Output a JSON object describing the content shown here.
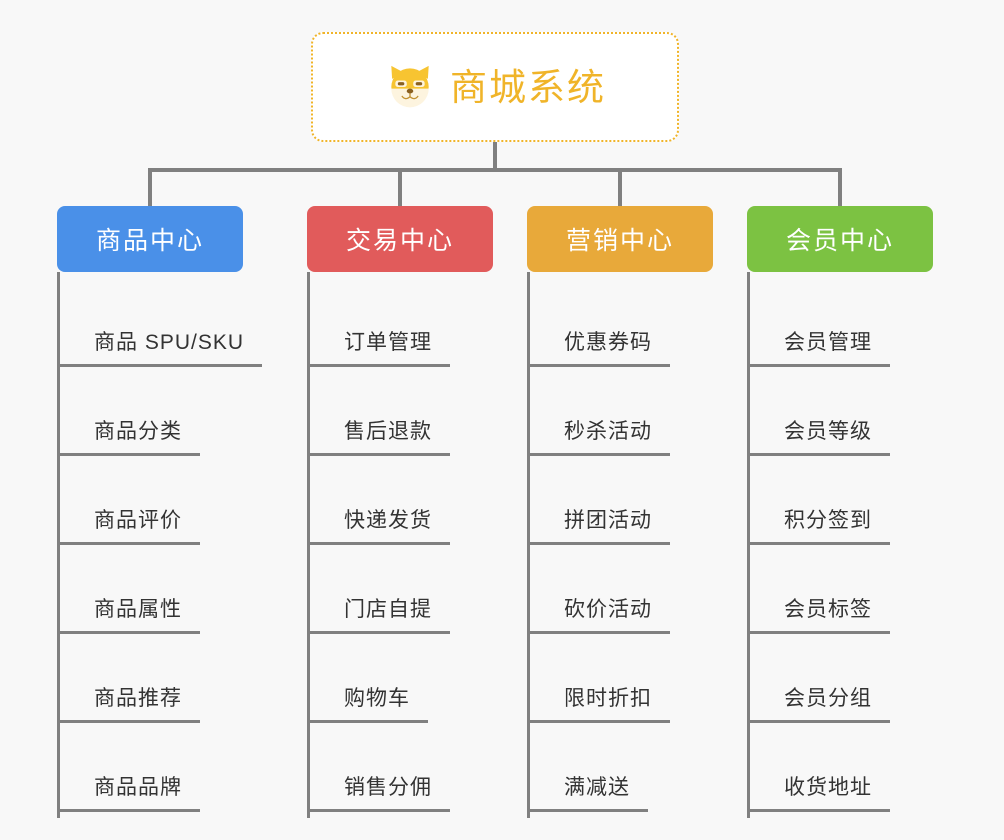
{
  "root": {
    "title": "商城系统",
    "icon": "shiba-dog-icon",
    "border_color": "#f0b429",
    "text_color": "#f0b429",
    "background": "#ffffff"
  },
  "page": {
    "background": "#f8f8f8",
    "connector_color": "#808080"
  },
  "categories": [
    {
      "label": "商品中心",
      "color": "#4a90e8",
      "items": [
        "商品 SPU/SKU",
        "商品分类",
        "商品评价",
        "商品属性",
        "商品推荐",
        "商品品牌"
      ]
    },
    {
      "label": "交易中心",
      "color": "#e15b5b",
      "items": [
        "订单管理",
        "售后退款",
        "快递发货",
        "门店自提",
        "购物车",
        "销售分佣"
      ]
    },
    {
      "label": "营销中心",
      "color": "#e8a93a",
      "items": [
        "优惠券码",
        "秒杀活动",
        "拼团活动",
        "砍价活动",
        "限时折扣",
        "满减送"
      ]
    },
    {
      "label": "会员中心",
      "color": "#7cc242",
      "items": [
        "会员管理",
        "会员等级",
        "积分签到",
        "会员标签",
        "会员分组",
        "收货地址"
      ]
    }
  ]
}
